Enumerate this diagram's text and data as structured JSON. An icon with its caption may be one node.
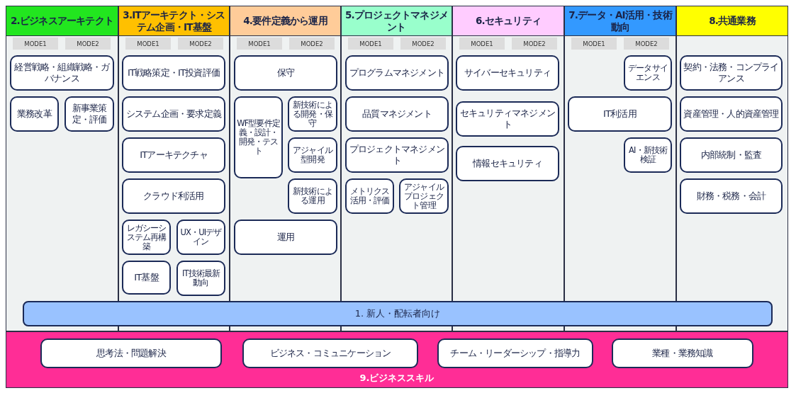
{
  "diagram": {
    "nodes": [
      {
        "text": [
          "2.ビジネスアーキテクト"
        ]
      },
      {
        "text": [
          "MODE1"
        ],
        "in": 0
      },
      {
        "text": [
          "MODE2"
        ],
        "in": 0
      },
      {
        "text": [
          "経営戦略・組織戦略・ガバナンス"
        ],
        "in": 0
      },
      {
        "text": [
          "業務改革"
        ],
        "in": 0
      },
      {
        "text": [
          "新事業策定・評価"
        ],
        "in": 0
      },
      {
        "text": [
          "3.ITアーキテクト・システム企画・IT基盤"
        ]
      },
      {
        "text": [
          "MODE1"
        ],
        "in": 6
      },
      {
        "text": [
          "MODE2"
        ],
        "in": 6
      },
      {
        "text": [
          "IT戦略策定・IT投資評価"
        ],
        "in": 6
      },
      {
        "text": [
          "システム企画・要求定義"
        ],
        "in": 6
      },
      {
        "text": [
          "ITアーキテクチャ"
        ],
        "in": 6
      },
      {
        "text": [
          "クラウド利活用"
        ],
        "in": 6
      },
      {
        "text": [
          "レガシーシステム再構築"
        ],
        "in": 6
      },
      {
        "text": [
          "UX・UIデザイン"
        ],
        "in": 6
      },
      {
        "text": [
          "IT基盤"
        ],
        "in": 6
      },
      {
        "text": [
          "IT技術最新動向"
        ],
        "in": 6
      },
      {
        "text": [
          "4.要件定義から運用"
        ]
      },
      {
        "text": [
          "MODE1"
        ],
        "in": 17
      },
      {
        "text": [
          "MODE2"
        ],
        "in": 17
      },
      {
        "text": [
          "保守"
        ],
        "in": 17
      },
      {
        "text": [
          "WF型要件定義・設計・開発・テスト"
        ],
        "in": 17
      },
      {
        "text": [
          "新技術による開発・保守"
        ],
        "in": 17
      },
      {
        "text": [
          "アジャイル型開発"
        ],
        "in": 17
      },
      {
        "text": [
          "新技術による運用"
        ],
        "in": 17
      },
      {
        "text": [
          "運用"
        ],
        "in": 17
      },
      {
        "text": [
          "5.プロジェクトマネジメント"
        ]
      },
      {
        "text": [
          "MODE1"
        ],
        "in": 26
      },
      {
        "text": [
          "MODE2"
        ],
        "in": 26
      },
      {
        "text": [
          "プログラムマネジメント"
        ],
        "in": 26
      },
      {
        "text": [
          "品質マネジメント"
        ],
        "in": 26
      },
      {
        "text": [
          "プロジェクトマネジメント"
        ],
        "in": 26
      },
      {
        "text": [
          "メトリクス活用・評価"
        ],
        "in": 26
      },
      {
        "text": [
          "アジャイルプロジェクト管理"
        ],
        "in": 26
      },
      {
        "text": [
          "6.セキュリティ"
        ]
      },
      {
        "text": [
          "MODE1"
        ],
        "in": 34
      },
      {
        "text": [
          "MODE2"
        ],
        "in": 34
      },
      {
        "text": [
          "サイバーセキュリティ"
        ],
        "in": 34
      },
      {
        "text": [
          "セキュリティマネジメント"
        ],
        "in": 34
      },
      {
        "text": [
          "情報セキュリティ"
        ],
        "in": 34
      },
      {
        "text": [
          "7.データ・AI活用・技術動向"
        ]
      },
      {
        "text": [
          "MODE1"
        ],
        "in": 40
      },
      {
        "text": [
          "MODE2"
        ],
        "in": 40
      },
      {
        "text": [
          "データサイエンス"
        ],
        "in": 40
      },
      {
        "text": [
          "IT利活用"
        ],
        "in": 40
      },
      {
        "text": [
          "AI・新技術検証"
        ],
        "in": 40
      },
      {
        "text": [
          "8.共通業務"
        ]
      },
      {
        "text": [
          "契約・法務・コンプライアンス"
        ],
        "in": 46
      },
      {
        "text": [
          "資産管理・人的資産管理"
        ],
        "in": 46
      },
      {
        "text": [
          "内部統制・監査"
        ],
        "in": 46
      },
      {
        "text": [
          "財務・税務・会計"
        ],
        "in": 46
      },
      {
        "text": [
          "1. 新人・配転者向け"
        ]
      },
      {
        "text": [
          "9.ビジネススキル"
        ]
      },
      {
        "text": [
          "思考法・問題解決"
        ],
        "in": 52
      },
      {
        "text": [
          "ビジネス・コミュニケーション"
        ],
        "in": 52
      },
      {
        "text": [
          "チーム・リーダーシップ・指導力"
        ],
        "in": 52
      },
      {
        "text": [
          "業種・業務知識"
        ],
        "in": 52
      }
    ]
  }
}
